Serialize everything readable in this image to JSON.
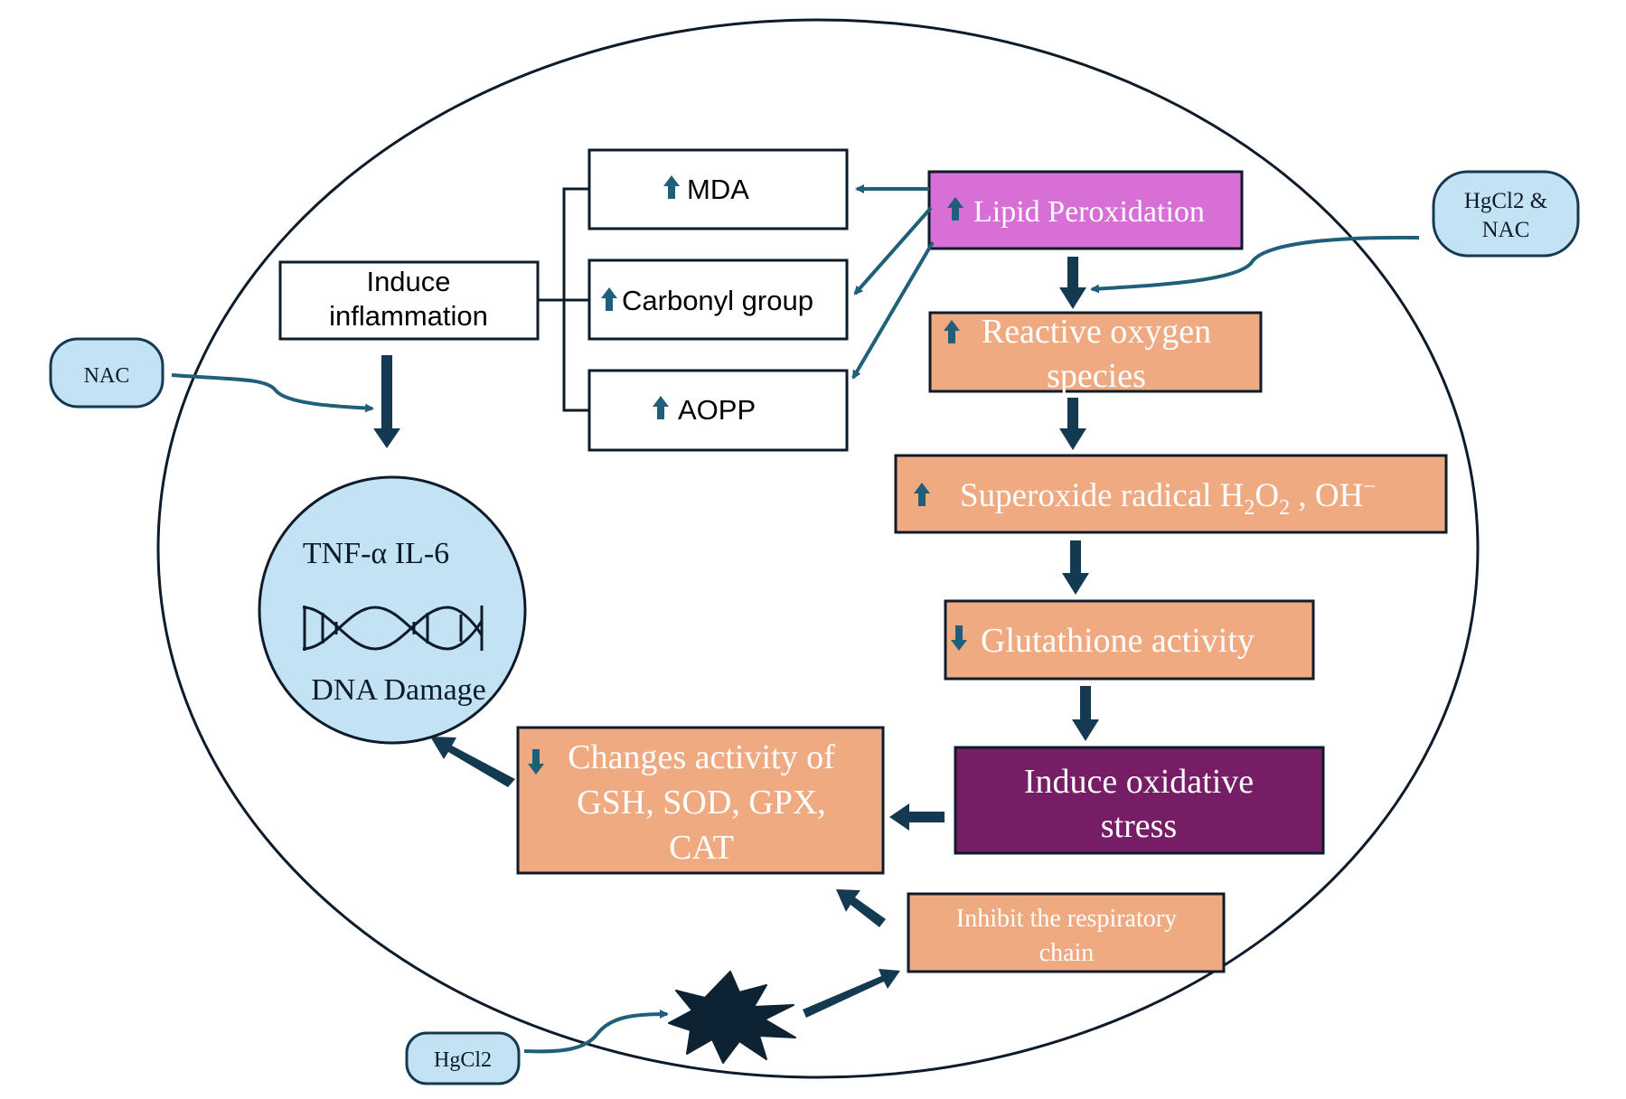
{
  "colors": {
    "outline": "#0d1b2a",
    "arrow_dark": "#143a52",
    "arrow_teal": "#1f5f7a",
    "lipid_fill": "#d86fd6",
    "salmon_fill": "#f0aa82",
    "purple_fill": "#761d66",
    "circle_fill": "#c3e3f4",
    "pill_fill": "#c3e3f4",
    "white_text": "#ffffff"
  },
  "nodes": {
    "mda": "MDA",
    "carbonyl": "Carbonyl group",
    "aopp": "AOPP",
    "inflammation": [
      "Induce",
      "inflammation"
    ],
    "lipid": "Lipid Peroxidation",
    "ros": [
      "Reactive oxygen",
      "species"
    ],
    "superoxide": {
      "prefix": "Superoxide radical H",
      "sub1": "2",
      "mid": "O",
      "sub2": "2",
      "suffix": " , OH",
      "sup": "−"
    },
    "glutathione": "Glutathione activity",
    "oxidative": [
      "Induce oxidative",
      "stress"
    ],
    "changes": [
      "Changes activity of",
      "GSH, SOD, GPX,",
      "CAT"
    ],
    "inhibit": [
      "Inhibit the respiratory",
      "chain"
    ],
    "dna_top": "TNF-α IL-6",
    "dna_bottom": "DNA Damage",
    "nac": "NAC",
    "hgcl2_nac": [
      "HgCl2  &",
      "NAC"
    ],
    "hgcl2": "HgCl2"
  },
  "icons": {
    "up": "arrow-up-icon",
    "down": "arrow-down-icon",
    "dna": "dna-helix-icon",
    "burst": "explosion-burst-icon"
  }
}
